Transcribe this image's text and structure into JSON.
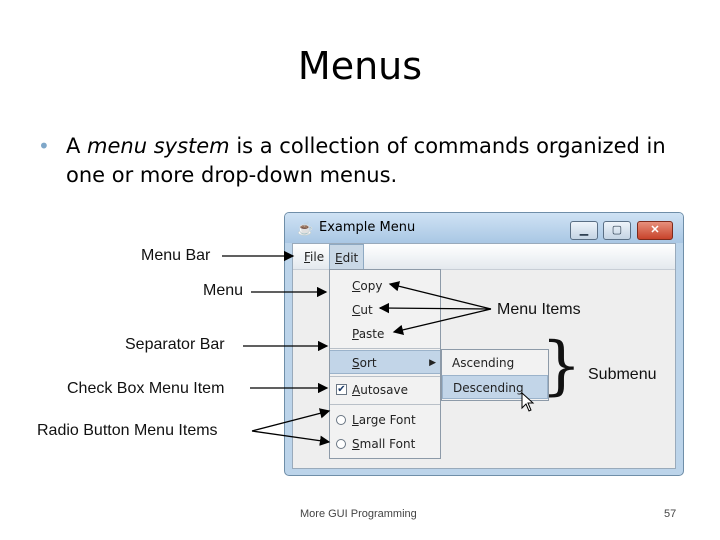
{
  "slide": {
    "title": "Menus",
    "bullet": {
      "prefix": "A ",
      "emphasis": "menu system",
      "rest": " is a collection of commands organized in one or more drop-down menus."
    },
    "footer_left": "More GUI Programming",
    "page_number": "57"
  },
  "window": {
    "title": "Example Menu",
    "min_glyph": "▁",
    "max_glyph": "▢",
    "close_glyph": "✕",
    "icon": "java-cup-icon"
  },
  "menubar": {
    "file": {
      "mnemonic": "F",
      "rest": "ile"
    },
    "edit": {
      "mnemonic": "E",
      "rest": "dit"
    }
  },
  "edit_menu": {
    "copy": {
      "mnemonic": "C",
      "rest": "opy"
    },
    "cut": {
      "mnemonic": "C",
      "rest": "ut"
    },
    "paste": {
      "mnemonic": "P",
      "rest": "aste"
    },
    "sort": {
      "mnemonic": "S",
      "rest": "ort"
    },
    "autosave": {
      "mnemonic": "A",
      "rest": "utosave",
      "checked": true
    },
    "large_font": {
      "mnemonic": "L",
      "rest": "arge Font"
    },
    "small_font": {
      "mnemonic": "S",
      "rest": "mall Font"
    }
  },
  "sort_submenu": {
    "ascending": "Ascending",
    "descending": "Descending"
  },
  "annotations": {
    "menu_bar": "Menu Bar",
    "menu": "Menu",
    "separator_bar": "Separator Bar",
    "check_box_menu_item": "Check Box Menu Item",
    "radio_button_menu_items": "Radio Button Menu Items",
    "menu_items": "Menu Items",
    "submenu": "Submenu"
  },
  "glyphs": {
    "bullet": "•",
    "check": "✔",
    "submenu_arrow": "▶",
    "brace": "}"
  },
  "colors": {
    "bullet": "#7fa7c9",
    "selected_item": "#c2d5e8",
    "close_button": "#c7432b"
  }
}
